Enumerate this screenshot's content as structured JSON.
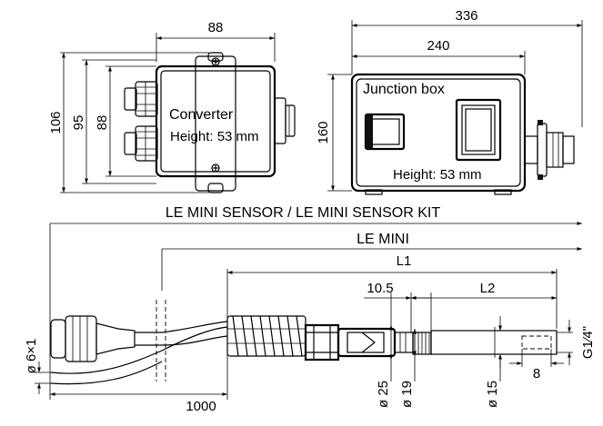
{
  "converter": {
    "title": "Converter",
    "height_note": "Height: 53 mm",
    "dim_width": "88",
    "dim_outer_height": "106",
    "dim_mid_height": "95",
    "dim_inner_height": "88"
  },
  "junction_box": {
    "title": "Junction box",
    "height_note": "Height: 53 mm",
    "dim_total_width": "336",
    "dim_box_width": "240",
    "dim_height": "160"
  },
  "sensor": {
    "kit_label": "LE MINI SENSOR / LE MINI SENSOR KIT",
    "mini_label": "LE MINI",
    "dim_l1": "L1",
    "dim_l2": "L2",
    "dim_10_5": "10.5",
    "dim_d25": "ø 25",
    "dim_d19": "ø 19",
    "dim_d15": "ø 15",
    "dim_8": "8",
    "dim_thread": "G1⁄4\"",
    "dim_cable": "ø 6×1",
    "dim_1000": "1000"
  }
}
